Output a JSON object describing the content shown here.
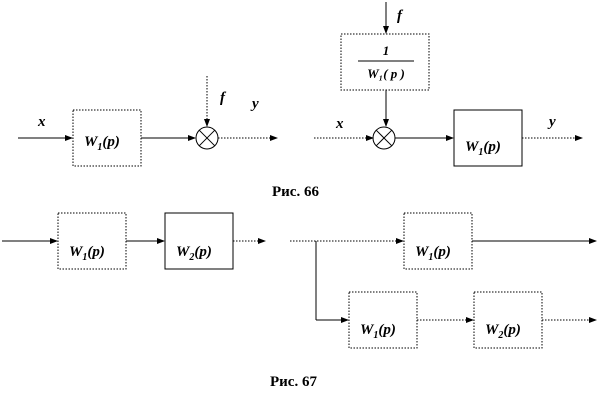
{
  "fig66": {
    "caption": "Рис. 66",
    "left": {
      "input_label": "x",
      "block": {
        "main": "W",
        "sub": "1",
        "arg": "(p)"
      },
      "disturbance_label": "f",
      "output_label": "y"
    },
    "right": {
      "disturbance_label": "f",
      "compensator": {
        "numerator": "1",
        "denominator": "W₁( p )"
      },
      "input_label": "x",
      "block": {
        "main": "W",
        "sub": "1",
        "arg": "(p)"
      },
      "output_label": "y"
    }
  },
  "fig67": {
    "caption": "Рис. 67",
    "series": {
      "block1": {
        "main": "W",
        "sub": "1",
        "arg": "(p)"
      },
      "block2": {
        "main": "W",
        "sub": "2",
        "arg": "(p)"
      }
    },
    "parallel": {
      "top_block": {
        "main": "W",
        "sub": "1",
        "arg": "(p)"
      },
      "bottom_block1": {
        "main": "W",
        "sub": "1",
        "arg": "(p)"
      },
      "bottom_block2": {
        "main": "W",
        "sub": "2",
        "arg": "(p)"
      }
    }
  }
}
